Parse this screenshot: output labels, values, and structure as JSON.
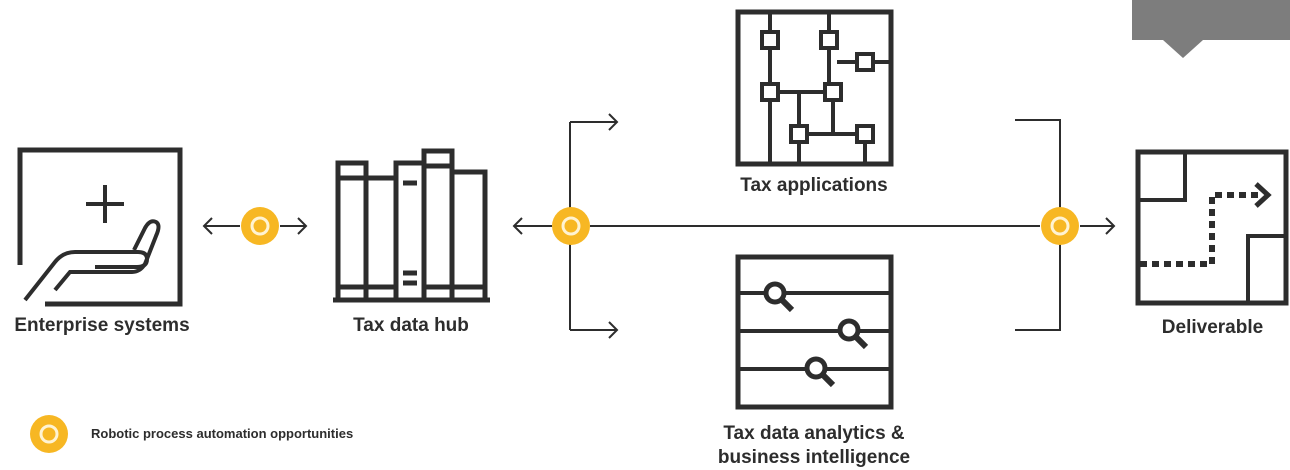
{
  "nodes": {
    "enterprise_systems": {
      "label": "Enterprise systems",
      "icon": "hand-plus-icon"
    },
    "tax_data_hub": {
      "label": "Tax data hub",
      "icon": "binders-icon"
    },
    "tax_applications": {
      "label": "Tax applications",
      "icon": "network-tree-icon"
    },
    "tax_analytics": {
      "label_line1": "Tax data analytics &",
      "label_line2": "business intelligence",
      "icon": "search-rows-icon"
    },
    "deliverable": {
      "label": "Deliverable",
      "icon": "path-arrow-icon"
    }
  },
  "legend": {
    "label": "Robotic process automation opportunities",
    "icon": "rpa-circle-icon"
  },
  "colors": {
    "stroke": "#2d2d2d",
    "rpa_fill": "#f7b723",
    "rpa_ring": "#fff3d2",
    "corner_tab": "#7d7d7d"
  }
}
